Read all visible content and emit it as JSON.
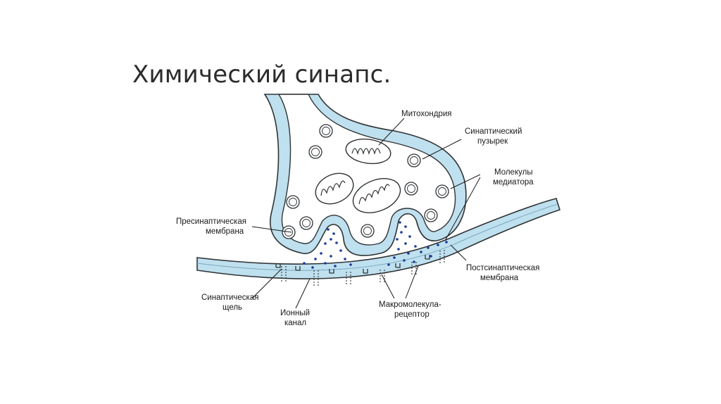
{
  "slide": {
    "title": "Химический синапс."
  },
  "labels": {
    "mitochondria": "Митохондрия",
    "vesicle_1": "Синаптический",
    "vesicle_2": "пузырек",
    "mediator_1": "Молекулы",
    "mediator_2": "медиатора",
    "presynaptic_1": "Пресинаптическая",
    "presynaptic_2": "мембрана",
    "postsynaptic_1": "Постсинаптическая",
    "postsynaptic_2": "мембрана",
    "cleft_1": "Синаптическая",
    "cleft_2": "щель",
    "ion_channel_1": "Ионный",
    "ion_channel_2": "канал",
    "receptor_1": "Макромолекула-",
    "receptor_2": "рецептор"
  },
  "colors": {
    "membrane_fill": "#bfe0ee",
    "outline": "#2f3336",
    "mediator_dots": "#1a3a9a"
  }
}
